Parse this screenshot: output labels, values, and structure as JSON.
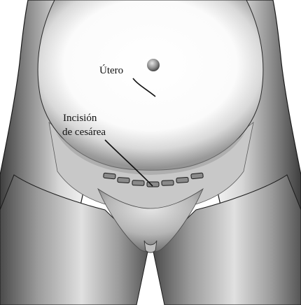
{
  "labels": {
    "uterus": "Útero",
    "incision_line1": "Incisión",
    "incision_line2": "de cesárea"
  },
  "colors": {
    "background": "#ffffff",
    "belly_light": "#ffffff",
    "skin_mid": "#c9c9c9",
    "skin_dark": "#5c5c5c",
    "outline": "#1a1a1a",
    "incision_fill": "#8a8a8a"
  },
  "illustration": {
    "subject": "pregnant-abdomen-front-view",
    "incision_segments": 7
  }
}
